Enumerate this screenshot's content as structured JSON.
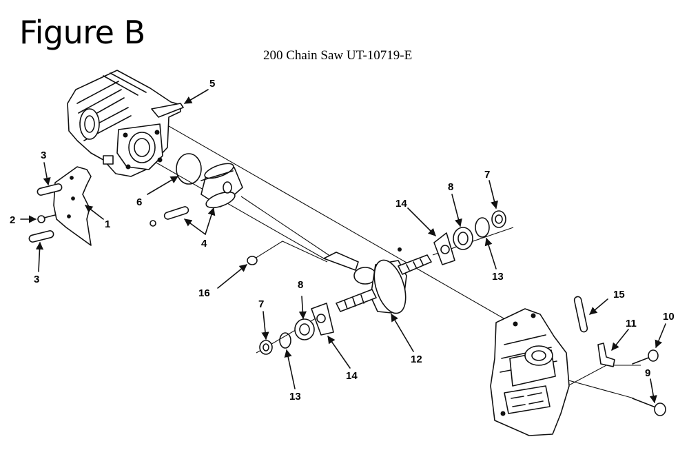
{
  "figure": {
    "title": "Figure B",
    "caption": "200 Chain Saw UT-10719-E"
  },
  "callouts": [
    {
      "id": "c5",
      "text": "5"
    },
    {
      "id": "c3a",
      "text": "3"
    },
    {
      "id": "c1",
      "text": "1"
    },
    {
      "id": "c2",
      "text": "2"
    },
    {
      "id": "c3b",
      "text": "3"
    },
    {
      "id": "c6",
      "text": "6"
    },
    {
      "id": "c4",
      "text": "4"
    },
    {
      "id": "c16",
      "text": "16"
    },
    {
      "id": "c14a",
      "text": "14"
    },
    {
      "id": "c8a",
      "text": "8"
    },
    {
      "id": "c7a",
      "text": "7"
    },
    {
      "id": "c13a",
      "text": "13"
    },
    {
      "id": "c7b",
      "text": "7"
    },
    {
      "id": "c8b",
      "text": "8"
    },
    {
      "id": "c13b",
      "text": "13"
    },
    {
      "id": "c14b",
      "text": "14"
    },
    {
      "id": "c12",
      "text": "12"
    },
    {
      "id": "c15",
      "text": "15"
    },
    {
      "id": "c11",
      "text": "11"
    },
    {
      "id": "c10",
      "text": "10"
    },
    {
      "id": "c9",
      "text": "9"
    }
  ]
}
